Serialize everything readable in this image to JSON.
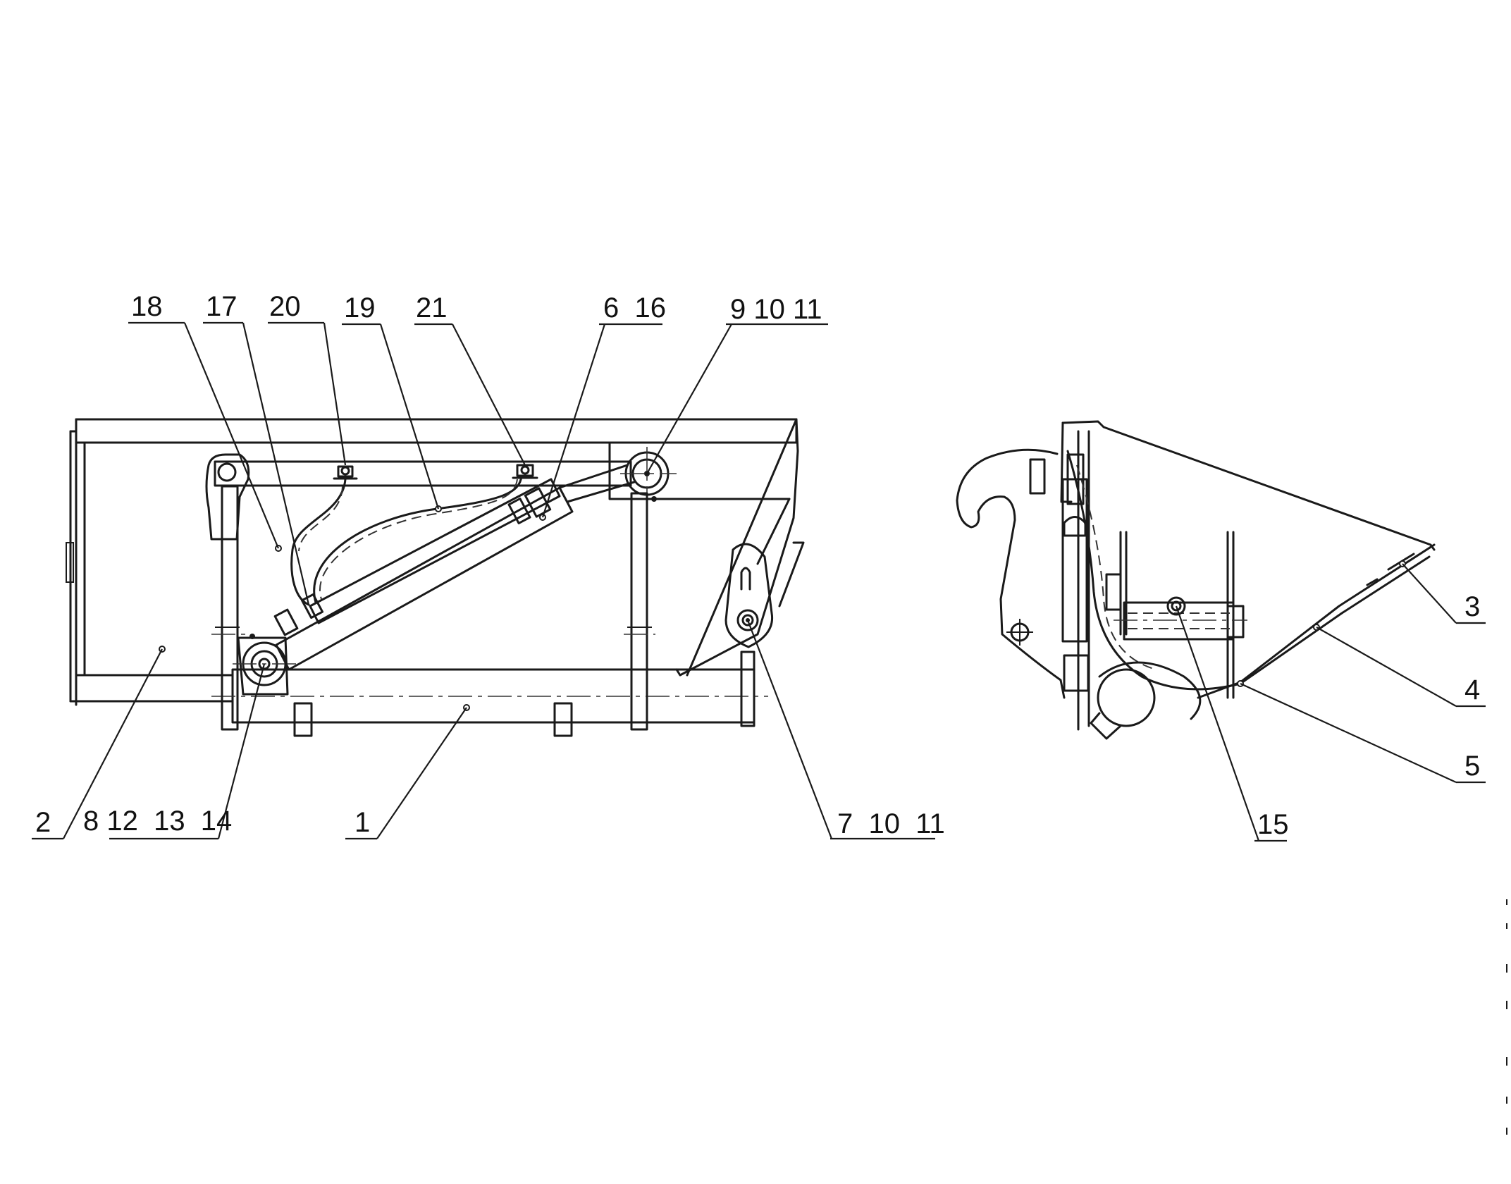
{
  "callouts": [
    {
      "id": "c18",
      "text": "18"
    },
    {
      "id": "c17",
      "text": "17"
    },
    {
      "id": "c20",
      "text": "20"
    },
    {
      "id": "c19",
      "text": "19"
    },
    {
      "id": "c21",
      "text": "21"
    },
    {
      "id": "c6",
      "text": "6  16"
    },
    {
      "id": "c9",
      "text": "9 10 11"
    },
    {
      "id": "c2",
      "text": "2"
    },
    {
      "id": "c8",
      "text": "8 12  13  14"
    },
    {
      "id": "c1",
      "text": "1"
    },
    {
      "id": "c7",
      "text": "7  10  11"
    },
    {
      "id": "c3",
      "text": "3"
    },
    {
      "id": "c4",
      "text": "4"
    },
    {
      "id": "c5",
      "text": "5"
    },
    {
      "id": "c15",
      "text": "15"
    }
  ]
}
